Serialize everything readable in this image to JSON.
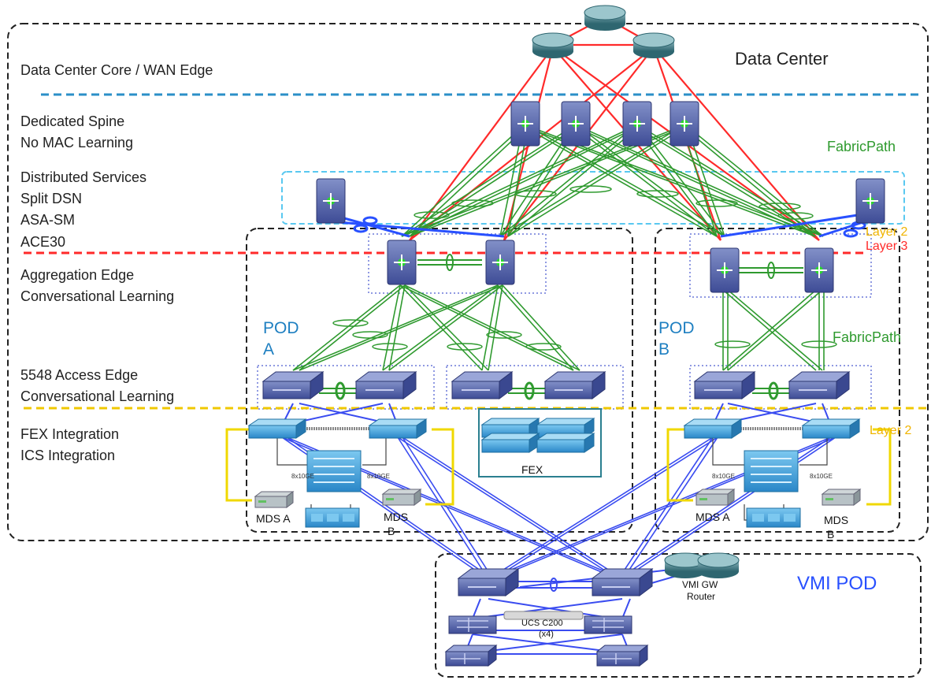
{
  "title": "Data Center",
  "side_labels": {
    "core": "Data Center Core / WAN Edge",
    "spine_1": "Dedicated Spine",
    "spine_2": "No MAC Learning",
    "services_1": "Distributed Services",
    "services_2": "Split DSN",
    "services_3": "ASA-SM",
    "services_4": "ACE30",
    "aggregation_1": "Aggregation Edge",
    "aggregation_2": "Conversational Learning",
    "access_1": "5548 Access Edge",
    "access_2": "Conversational Learning",
    "fex_1": "FEX Integration",
    "fex_2": "ICS Integration"
  },
  "fabricpath_labels": [
    "FabricPath",
    "FabricPath"
  ],
  "layer_labels": {
    "layer2_top": "Layer 2",
    "layer3": "Layer 3",
    "layer2_bottom": "Layer 2"
  },
  "pods": {
    "a_line1": "POD",
    "a_line2": "A",
    "b_line1": "POD",
    "b_line2": "B"
  },
  "device_labels": {
    "fex": "FEX",
    "mds_a_left": "MDS A",
    "mds_b_left_1": "MDS",
    "mds_b_left_2": "B",
    "mds_a_right": "MDS A",
    "mds_b_right_1": "MDS",
    "mds_b_right_2": "B",
    "link_a1": "8x10GE",
    "link_a2": "8x10GE",
    "link_b1": "8x10GE",
    "link_b2": "8x10GE",
    "vmi_gw_1": "VMI GW",
    "vmi_gw_2": "Router",
    "ucs_1": "UCS C200",
    "ucs_2": "(x4)"
  },
  "vmi_pod": "VMI POD",
  "colors": {
    "green_link": "#2f9a2f",
    "red_link": "#ff2a2a",
    "blue_link": "#3a4cf0",
    "device": "#4a5aa8",
    "cyan_device": "#3a9bd8",
    "router": "#3f7a85",
    "yellow": "#f0d800"
  }
}
